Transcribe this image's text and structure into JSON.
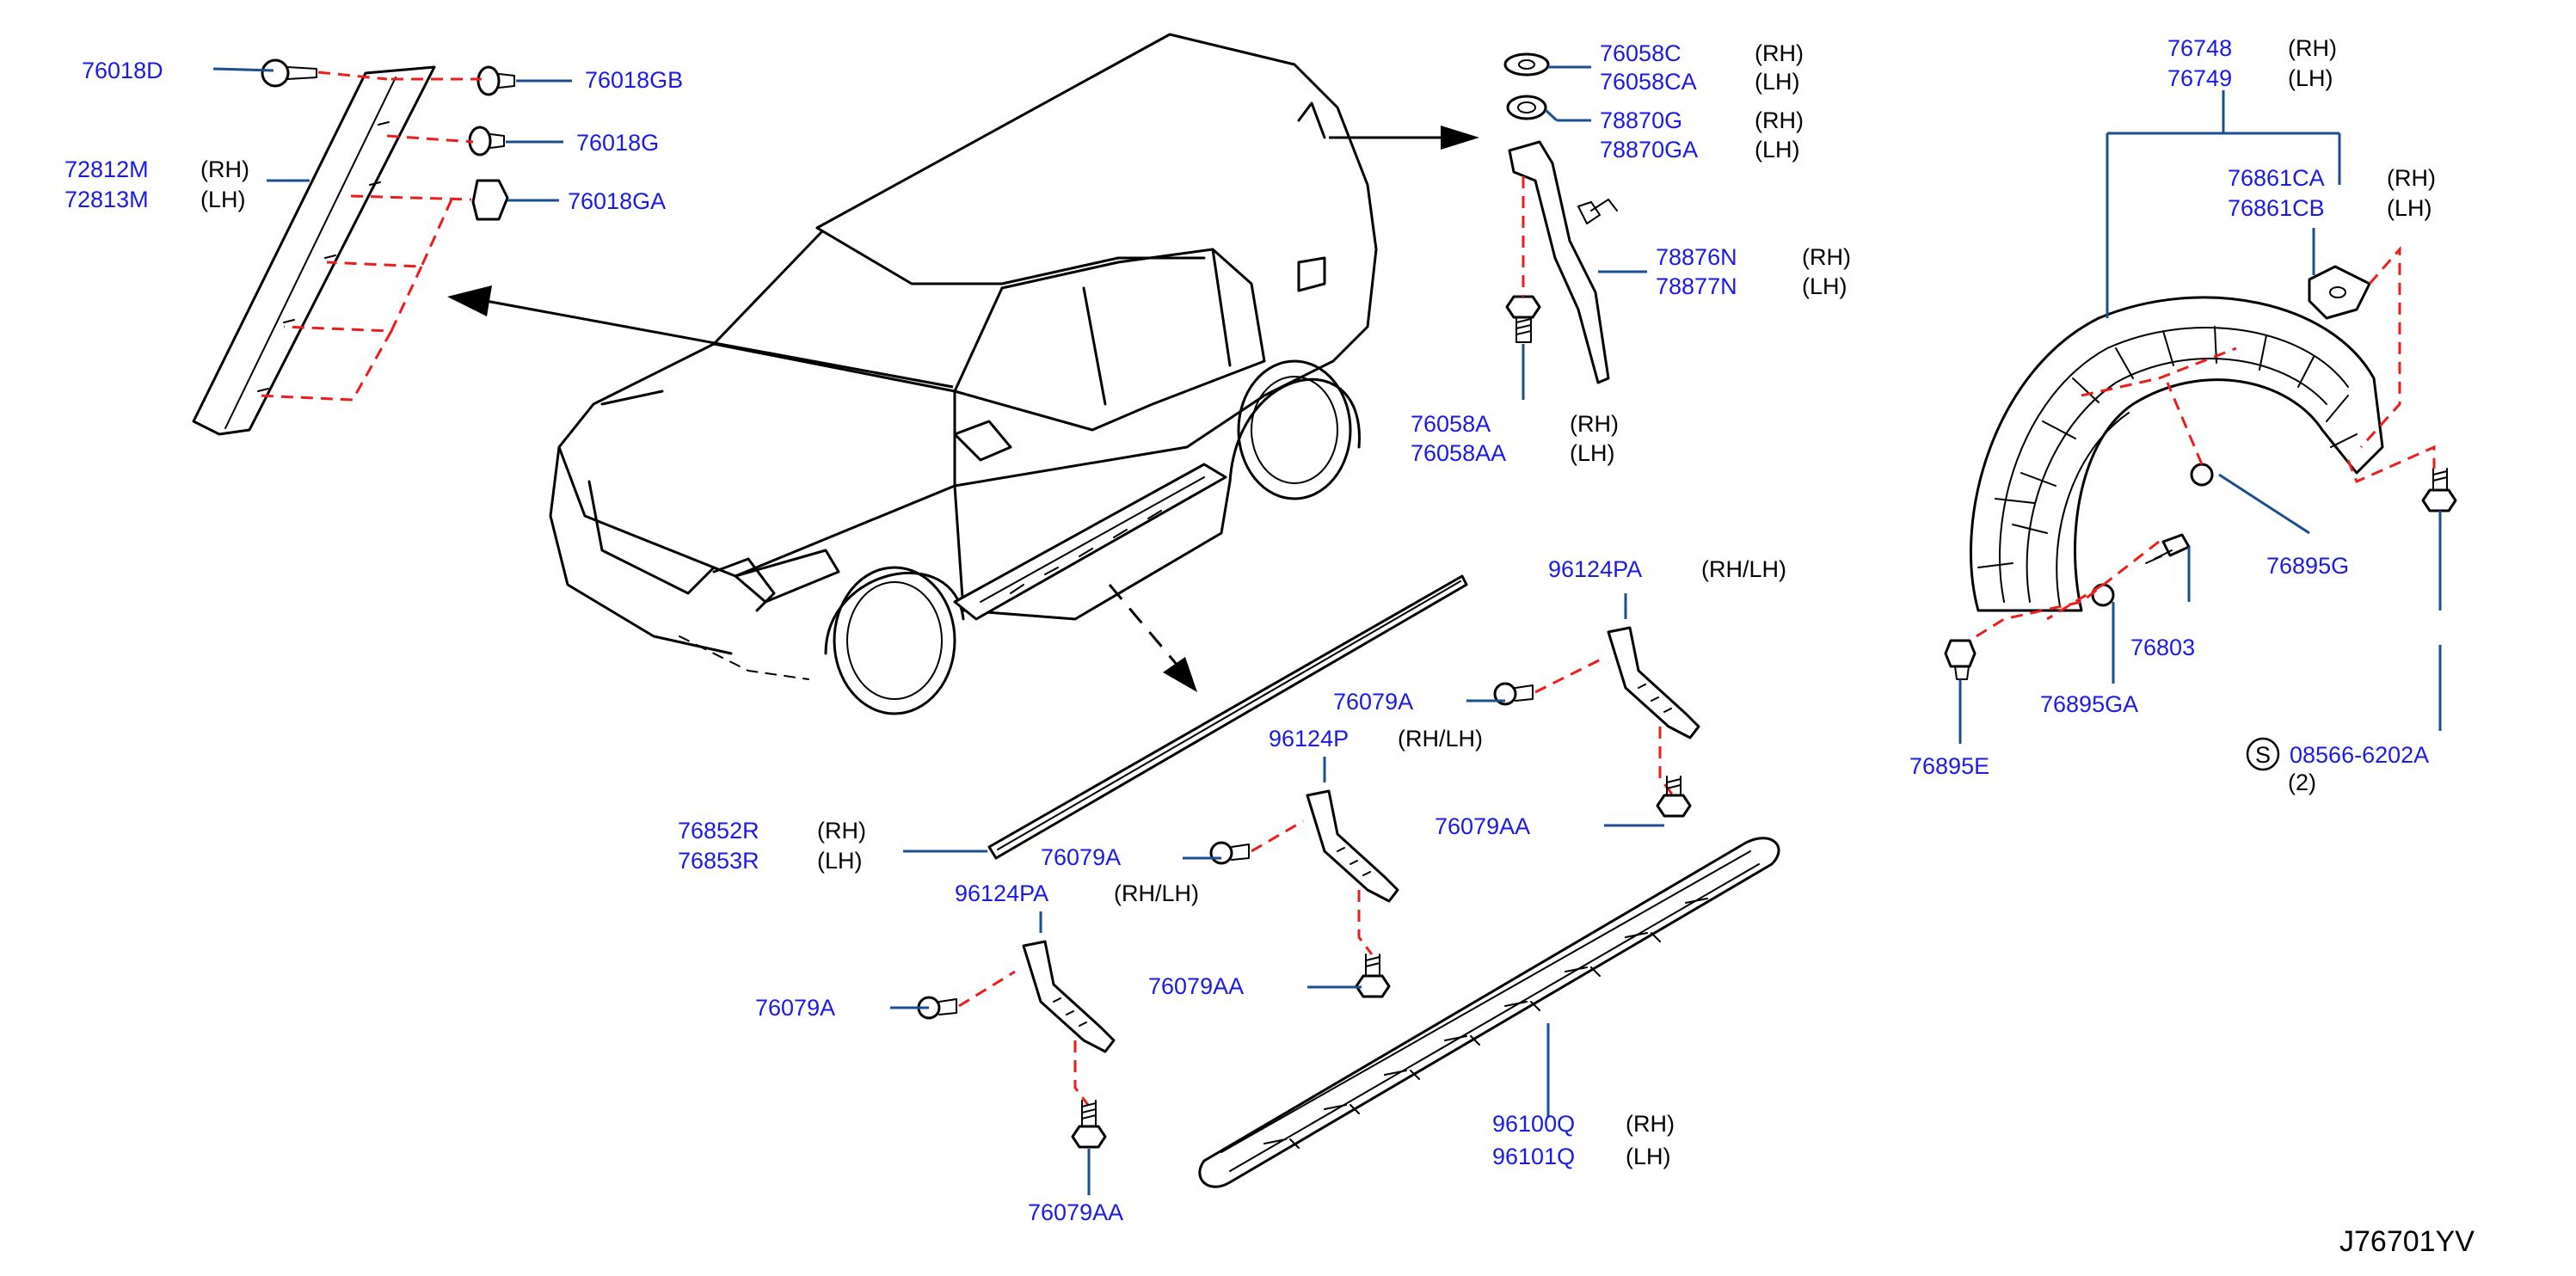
{
  "diagram_code": "J76701YV",
  "callouts": {
    "c76018D": "76018D",
    "c76018GB": "76018GB",
    "c76018G": "76018G",
    "c76018GA": "76018GA",
    "c72812M": "72812M",
    "c72813M": "72813M",
    "c76058C": "76058C",
    "c76058CA": "76058CA",
    "c78870G": "78870G",
    "c78870GA": "78870GA",
    "c78876N": "78876N",
    "c78877N": "78877N",
    "c76058A": "76058A",
    "c76058AA": "76058AA",
    "c76748": "76748",
    "c76749": "76749",
    "c76861CA": "76861CA",
    "c76861CB": "76861CB",
    "c76895G": "76895G",
    "c76803": "76803",
    "c76895GA": "76895GA",
    "c76895E": "76895E",
    "c08566": "08566-6202A",
    "c96124PA_top": "96124PA",
    "c76079A_top": "76079A",
    "c96124P": "96124P",
    "c76079AA_top": "76079AA",
    "c76852R": "76852R",
    "c76853R": "76853R",
    "c76079A_mid": "76079A",
    "c96124PA_low": "96124PA",
    "c76079AA_mid": "76079AA",
    "c76079A_low": "76079A",
    "c76079AA_low": "76079AA",
    "c96100Q": "96100Q",
    "c96101Q": "96101Q"
  },
  "sides": {
    "rh": "(RH)",
    "lh": "(LH)",
    "rhlh": "(RH/LH)"
  },
  "standard_part_symbol": "S",
  "quantity_note": "(2)",
  "colors": {
    "part_number": "#1a1ae6",
    "leader_line": "#1a4f8f",
    "hidden_path": "#ee1c1c",
    "ink": "#000000"
  }
}
